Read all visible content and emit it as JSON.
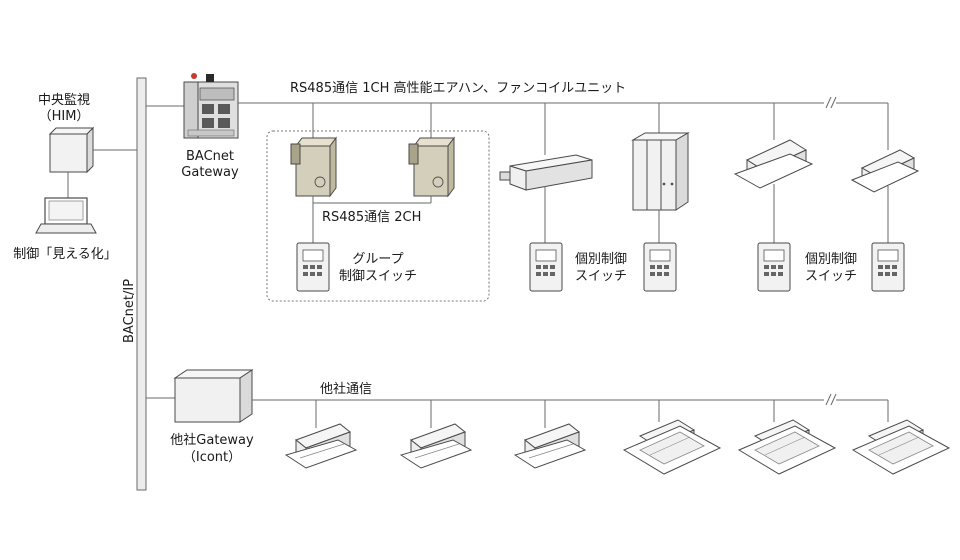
{
  "central": {
    "line1": "中央監視",
    "line2": "（HIM）"
  },
  "laptop_label": "制御「見える化」",
  "bacnet_gateway": {
    "line1": "BACnet",
    "line2": "Gateway"
  },
  "backbone_label": "BACnet/IP",
  "rs485_main": "RS485通信 1CH  高性能エアハン、ファンコイルユニット",
  "rs485_sub": "RS485通信 2CH",
  "group_switch": {
    "line1": "グループ",
    "line2": "制御スイッチ"
  },
  "individual_switch_a": {
    "line1": "個別制御",
    "line2": "スイッチ"
  },
  "individual_switch_b": {
    "line1": "個別制御",
    "line2": "スイッチ"
  },
  "other_gateway": {
    "line1": "他社Gateway",
    "line2": "（Icont）"
  },
  "other_comm": "他社通信",
  "colors": {
    "line": "#6a6a6a",
    "ahu_body": "#d4cfba",
    "device": "#f2f2f2",
    "backbone": "#ececec"
  }
}
